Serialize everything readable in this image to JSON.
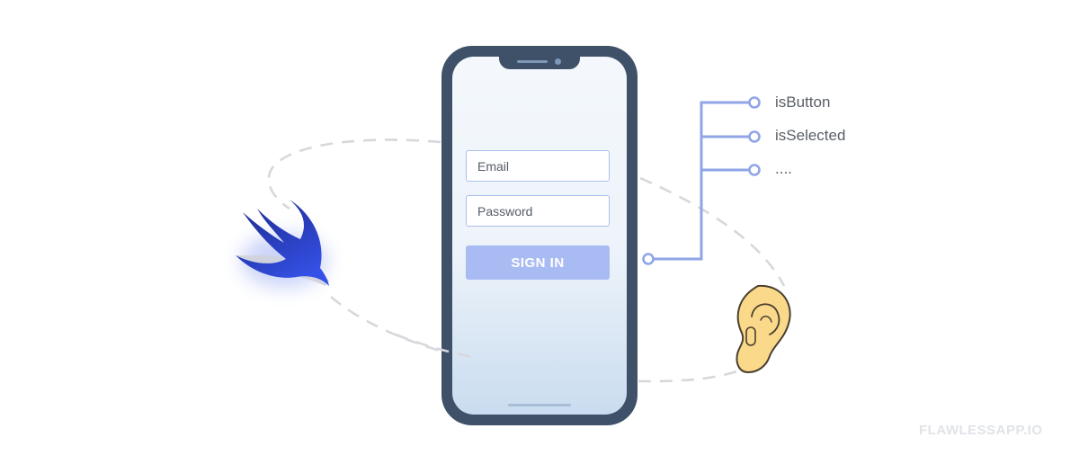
{
  "login_form": {
    "email_placeholder": "Email",
    "password_placeholder": "Password",
    "sign_in_label": "SIGN IN"
  },
  "accessibility_attributes": [
    {
      "label": "isButton"
    },
    {
      "label": "isSelected"
    },
    {
      "label": "...."
    }
  ],
  "icons": {
    "swift_logo": "swift-logo-icon",
    "ear": "ear-icon"
  },
  "watermark": "FLAWLESSAPP.IO",
  "colors": {
    "phone_frame": "#3f5168",
    "button": "#a9bbf3",
    "connector": "#8fa5e6",
    "swift_blue": "#2e48d4",
    "ear_fill": "#fbd98a"
  }
}
